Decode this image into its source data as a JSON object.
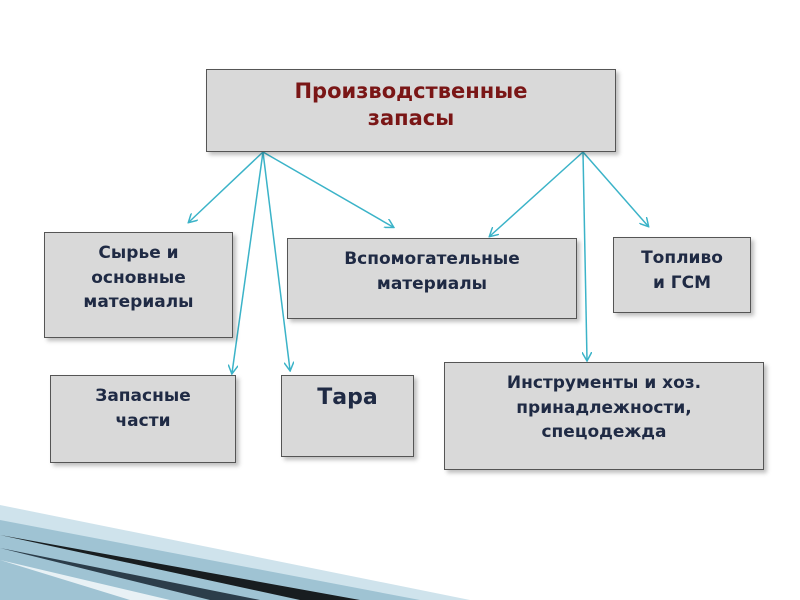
{
  "root": {
    "lines": [
      "Производственные",
      "запасы"
    ]
  },
  "nodes": {
    "raw_materials": {
      "lines": [
        "Сырье и",
        "основные",
        "материалы"
      ]
    },
    "auxiliary_materials": {
      "lines": [
        "Вспомогательные",
        "материалы"
      ]
    },
    "fuel": {
      "lines": [
        "Топливо",
        "и ГСМ"
      ]
    },
    "spare_parts": {
      "lines": [
        "Запасные",
        "части"
      ]
    },
    "packaging": {
      "lines": [
        "Тара"
      ]
    },
    "tools": {
      "lines": [
        "Инструменты и хоз.",
        "принадлежности,",
        "спецодежда"
      ]
    }
  },
  "colors": {
    "box_fill": "#d9d9d9",
    "box_border": "#555555",
    "root_text": "#7a1616",
    "node_text": "#1f2a44",
    "arrow": "#3bb3c8"
  }
}
